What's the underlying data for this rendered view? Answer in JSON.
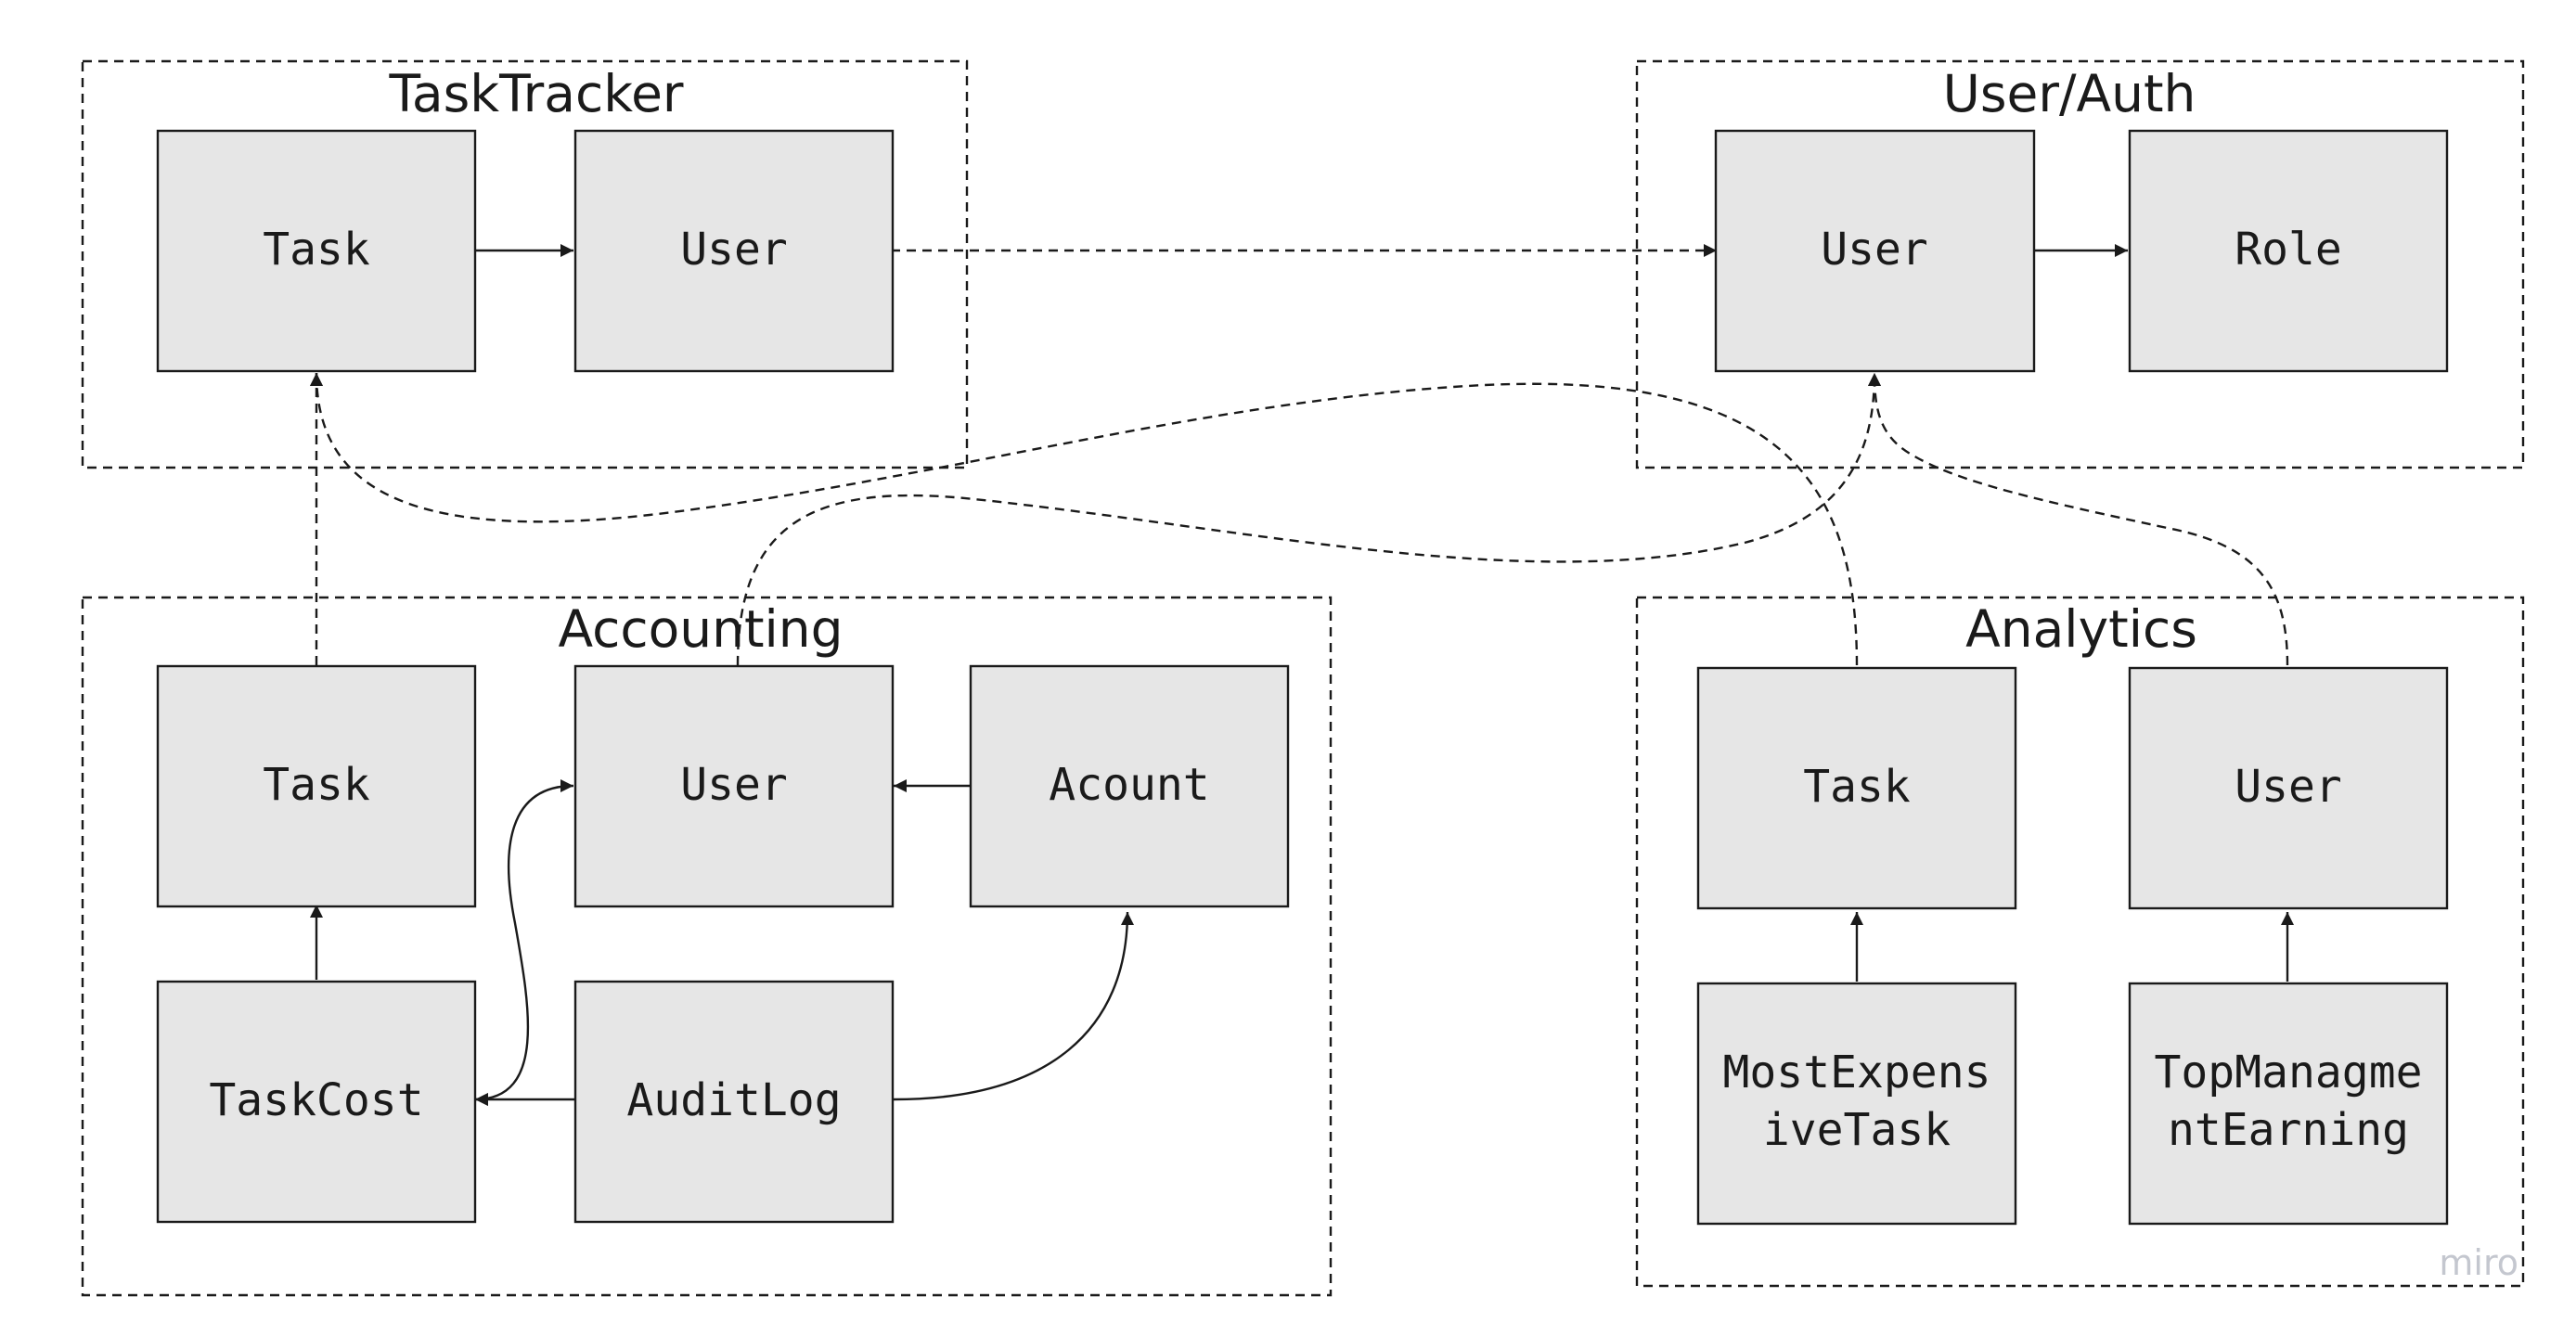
{
  "diagram": {
    "groups": [
      {
        "id": "tasktracker",
        "title": "TaskTracker"
      },
      {
        "id": "userauth",
        "title": "User/Auth"
      },
      {
        "id": "accounting",
        "title": "Accounting"
      },
      {
        "id": "analytics",
        "title": "Analytics"
      }
    ],
    "entities": [
      {
        "id": "tt-task",
        "group": "tasktracker",
        "lines": [
          "Task"
        ]
      },
      {
        "id": "tt-user",
        "group": "tasktracker",
        "lines": [
          "User"
        ]
      },
      {
        "id": "ua-user",
        "group": "userauth",
        "lines": [
          "User"
        ]
      },
      {
        "id": "ua-role",
        "group": "userauth",
        "lines": [
          "Role"
        ]
      },
      {
        "id": "ac-task",
        "group": "accounting",
        "lines": [
          "Task"
        ]
      },
      {
        "id": "ac-user",
        "group": "accounting",
        "lines": [
          "User"
        ]
      },
      {
        "id": "ac-acount",
        "group": "accounting",
        "lines": [
          "Acount"
        ]
      },
      {
        "id": "ac-taskcost",
        "group": "accounting",
        "lines": [
          "TaskCost"
        ]
      },
      {
        "id": "ac-auditlog",
        "group": "accounting",
        "lines": [
          "AuditLog"
        ]
      },
      {
        "id": "an-task",
        "group": "analytics",
        "lines": [
          "Task"
        ]
      },
      {
        "id": "an-user",
        "group": "analytics",
        "lines": [
          "User"
        ]
      },
      {
        "id": "an-mostexpensive",
        "group": "analytics",
        "lines": [
          "MostExpens",
          "iveTask"
        ]
      },
      {
        "id": "an-topmanagment",
        "group": "analytics",
        "lines": [
          "TopManagme",
          "ntEarning"
        ]
      }
    ],
    "relations": [
      {
        "from": "tt-task",
        "to": "tt-user",
        "style": "solid"
      },
      {
        "from": "ua-user",
        "to": "ua-role",
        "style": "solid"
      },
      {
        "from": "tt-user",
        "to": "ua-user",
        "style": "dashed"
      },
      {
        "from": "ac-task",
        "to": "tt-task",
        "style": "dashed"
      },
      {
        "from": "ac-user",
        "to": "ua-user",
        "style": "dashed"
      },
      {
        "from": "an-task",
        "to": "tt-task",
        "style": "dashed"
      },
      {
        "from": "an-user",
        "to": "ua-user",
        "style": "dashed"
      },
      {
        "from": "ac-taskcost",
        "to": "ac-task",
        "style": "solid"
      },
      {
        "from": "ac-acount",
        "to": "ac-user",
        "style": "solid"
      },
      {
        "from": "ac-taskcost",
        "to": "ac-user",
        "style": "solid",
        "bidirectional": true
      },
      {
        "from": "ac-auditlog",
        "to": "ac-taskcost",
        "style": "solid"
      },
      {
        "from": "ac-auditlog",
        "to": "ac-acount",
        "style": "solid"
      },
      {
        "from": "an-mostexpensive",
        "to": "an-task",
        "style": "solid"
      },
      {
        "from": "an-topmanagment",
        "to": "an-user",
        "style": "solid"
      }
    ],
    "watermark": "miro",
    "colors": {
      "box_fill": "#e6e6e6",
      "stroke": "#1a1a1a",
      "text": "#1a1a1a",
      "watermark": "#c4c7cf"
    }
  }
}
